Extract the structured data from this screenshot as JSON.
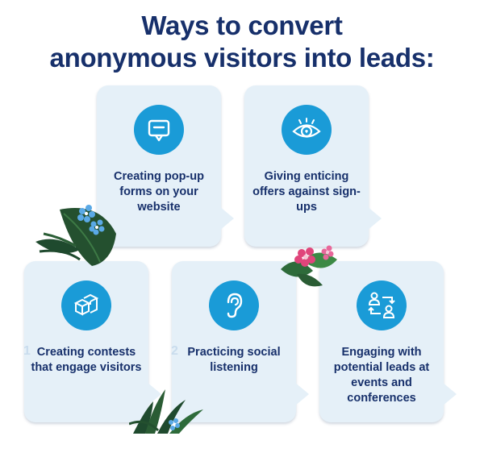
{
  "title": {
    "line1": "Ways to convert",
    "line2": "anonymous visitors into leads:"
  },
  "cards": [
    {
      "label": "Creating pop-up forms on your website",
      "icon": "popup-form-icon"
    },
    {
      "label": "Giving enticing offers against sign-ups",
      "icon": "eye-icon"
    },
    {
      "label": "Creating contests that engage visitors",
      "icon": "cubes-icon",
      "ghost_number": "1"
    },
    {
      "label": "Practicing social listening",
      "icon": "ear-icon",
      "ghost_number": "2"
    },
    {
      "label": "Engaging with potential leads at events and conferences",
      "icon": "people-exchange-icon"
    }
  ],
  "colors": {
    "title": "#17306b",
    "card_bg": "#e5f0f8",
    "icon_circle": "#1a9bd7",
    "leaf_dark": "#1f4a2e",
    "flower_blue": "#5aa9e6",
    "flower_pink": "#e0457b"
  }
}
